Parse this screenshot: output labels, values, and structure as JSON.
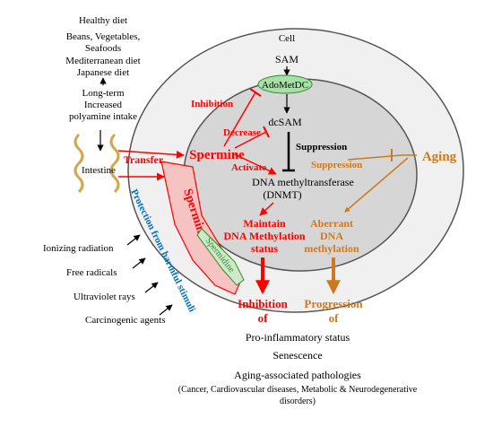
{
  "diet": {
    "l1": "Healthy diet",
    "l2": "Beans, Vegetables,",
    "l3": "Seafoods",
    "l4": "Mediterranean diet",
    "l5": "Japanese diet",
    "l6": "Long-term",
    "l7": "Increased",
    "l8": "polyamine intake"
  },
  "cell": {
    "label": "Cell",
    "sam": "SAM",
    "adometdc": "AdoMetDC",
    "dcsam": "dcSAM",
    "dnmt1": "DNA methyltransferase",
    "dnmt2": "(DNMT)"
  },
  "actions": {
    "inhibition": "Inhibition",
    "decrease": "Decrease",
    "activate": "Activate",
    "suppression": "Suppression",
    "suppression_aging": "Suppression",
    "transfer": "Transfer"
  },
  "molecules": {
    "spermine": "Spermine",
    "spermine_vertical": "Spermine",
    "spermidine": "Spermidine",
    "intestine": "Intestine"
  },
  "aging": {
    "label": "Aging",
    "aberrant1": "Aberrant",
    "aberrant2": "DNA",
    "aberrant3": "methylation"
  },
  "maintain": {
    "l1": "Maintain",
    "l2": "DNA Methylation",
    "l3": "status"
  },
  "protection": "Protection from harmful stimuli",
  "stimuli": [
    "Ionizing radiation",
    "Free radicals",
    "Ultraviolet rays",
    "Carcinogenic agents"
  ],
  "outcome": {
    "inhibition1": "Inhibition",
    "inhibition2": "of",
    "progression1": "Progression",
    "progression2": "of",
    "l1": "Pro-inflammatory status",
    "l2": "Senescence",
    "l3": "Aging-associated pathologies",
    "l4": "(Cancer, Cardiovascular diseases, Metabolic & Neurodegenerative",
    "l5": "disorders)"
  },
  "colors": {
    "red": "#ff0000",
    "orange": "#cc7a1f",
    "blue": "#0070c0",
    "green": "#2e8b2e",
    "adometdc_fill": "#a8e0a8",
    "outer_cell": "#f0f0f0",
    "inner_cell": "#d6d6d6",
    "spermine_band": "#f6c3c3"
  }
}
